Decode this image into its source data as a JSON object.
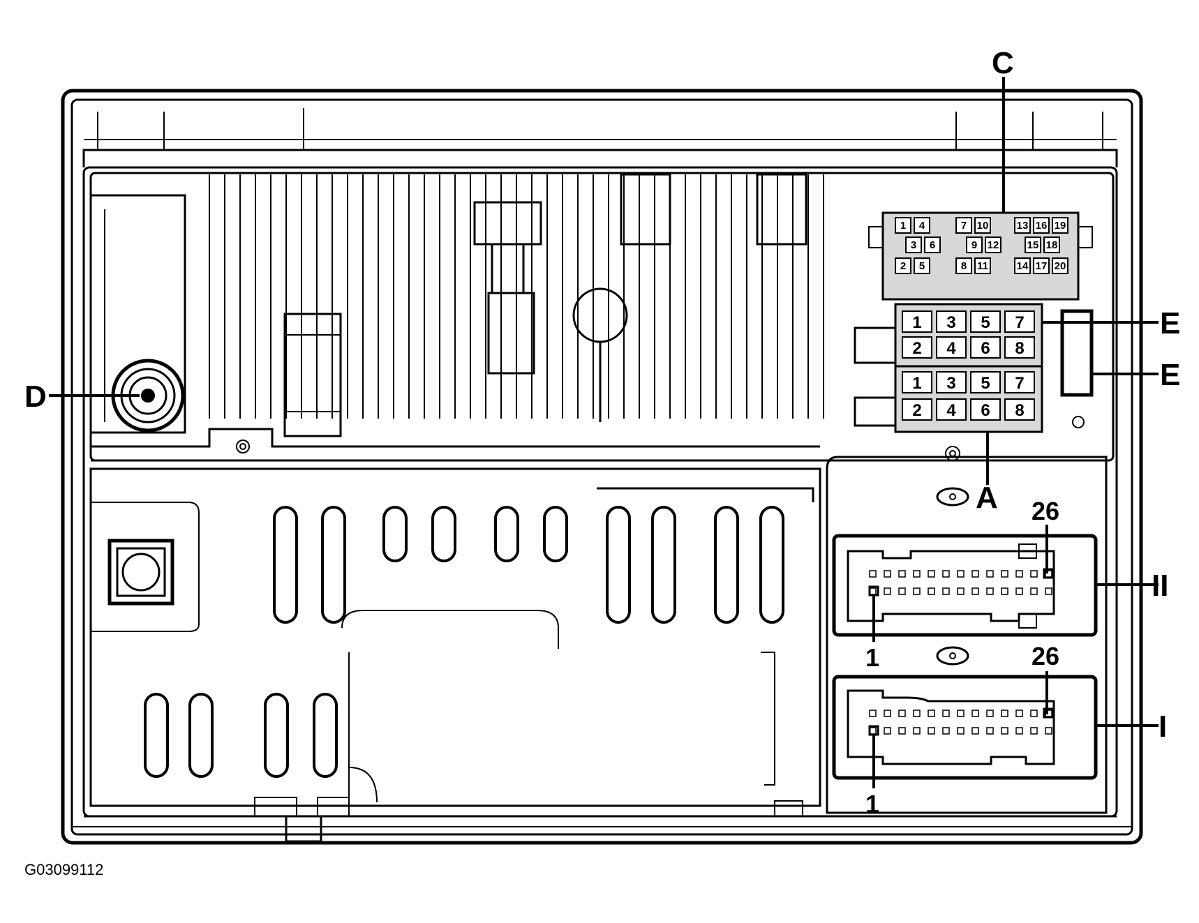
{
  "figure_id": "G03099112",
  "callouts": {
    "c": "C",
    "e1": "E",
    "e2": "E",
    "d": "D",
    "a": "A",
    "ii": "II",
    "i": "I"
  },
  "pin_labels": {
    "ii_26": "26",
    "ii_1": "1",
    "i_26": "26",
    "i_1": "1"
  },
  "connector_c": {
    "row1": [
      "1",
      "4",
      "7",
      "10",
      "13",
      "16",
      "19"
    ],
    "row2": [
      "3",
      "6",
      "9",
      "12",
      "15",
      "18"
    ],
    "row3": [
      "2",
      "5",
      "8",
      "11",
      "14",
      "17",
      "20"
    ]
  },
  "connector_e": {
    "row1": [
      "1",
      "3",
      "5",
      "7"
    ],
    "row2": [
      "2",
      "4",
      "6",
      "8"
    ]
  },
  "connector_a": {
    "row1": [
      "1",
      "3",
      "5",
      "7"
    ],
    "row2": [
      "2",
      "4",
      "6",
      "8"
    ]
  }
}
